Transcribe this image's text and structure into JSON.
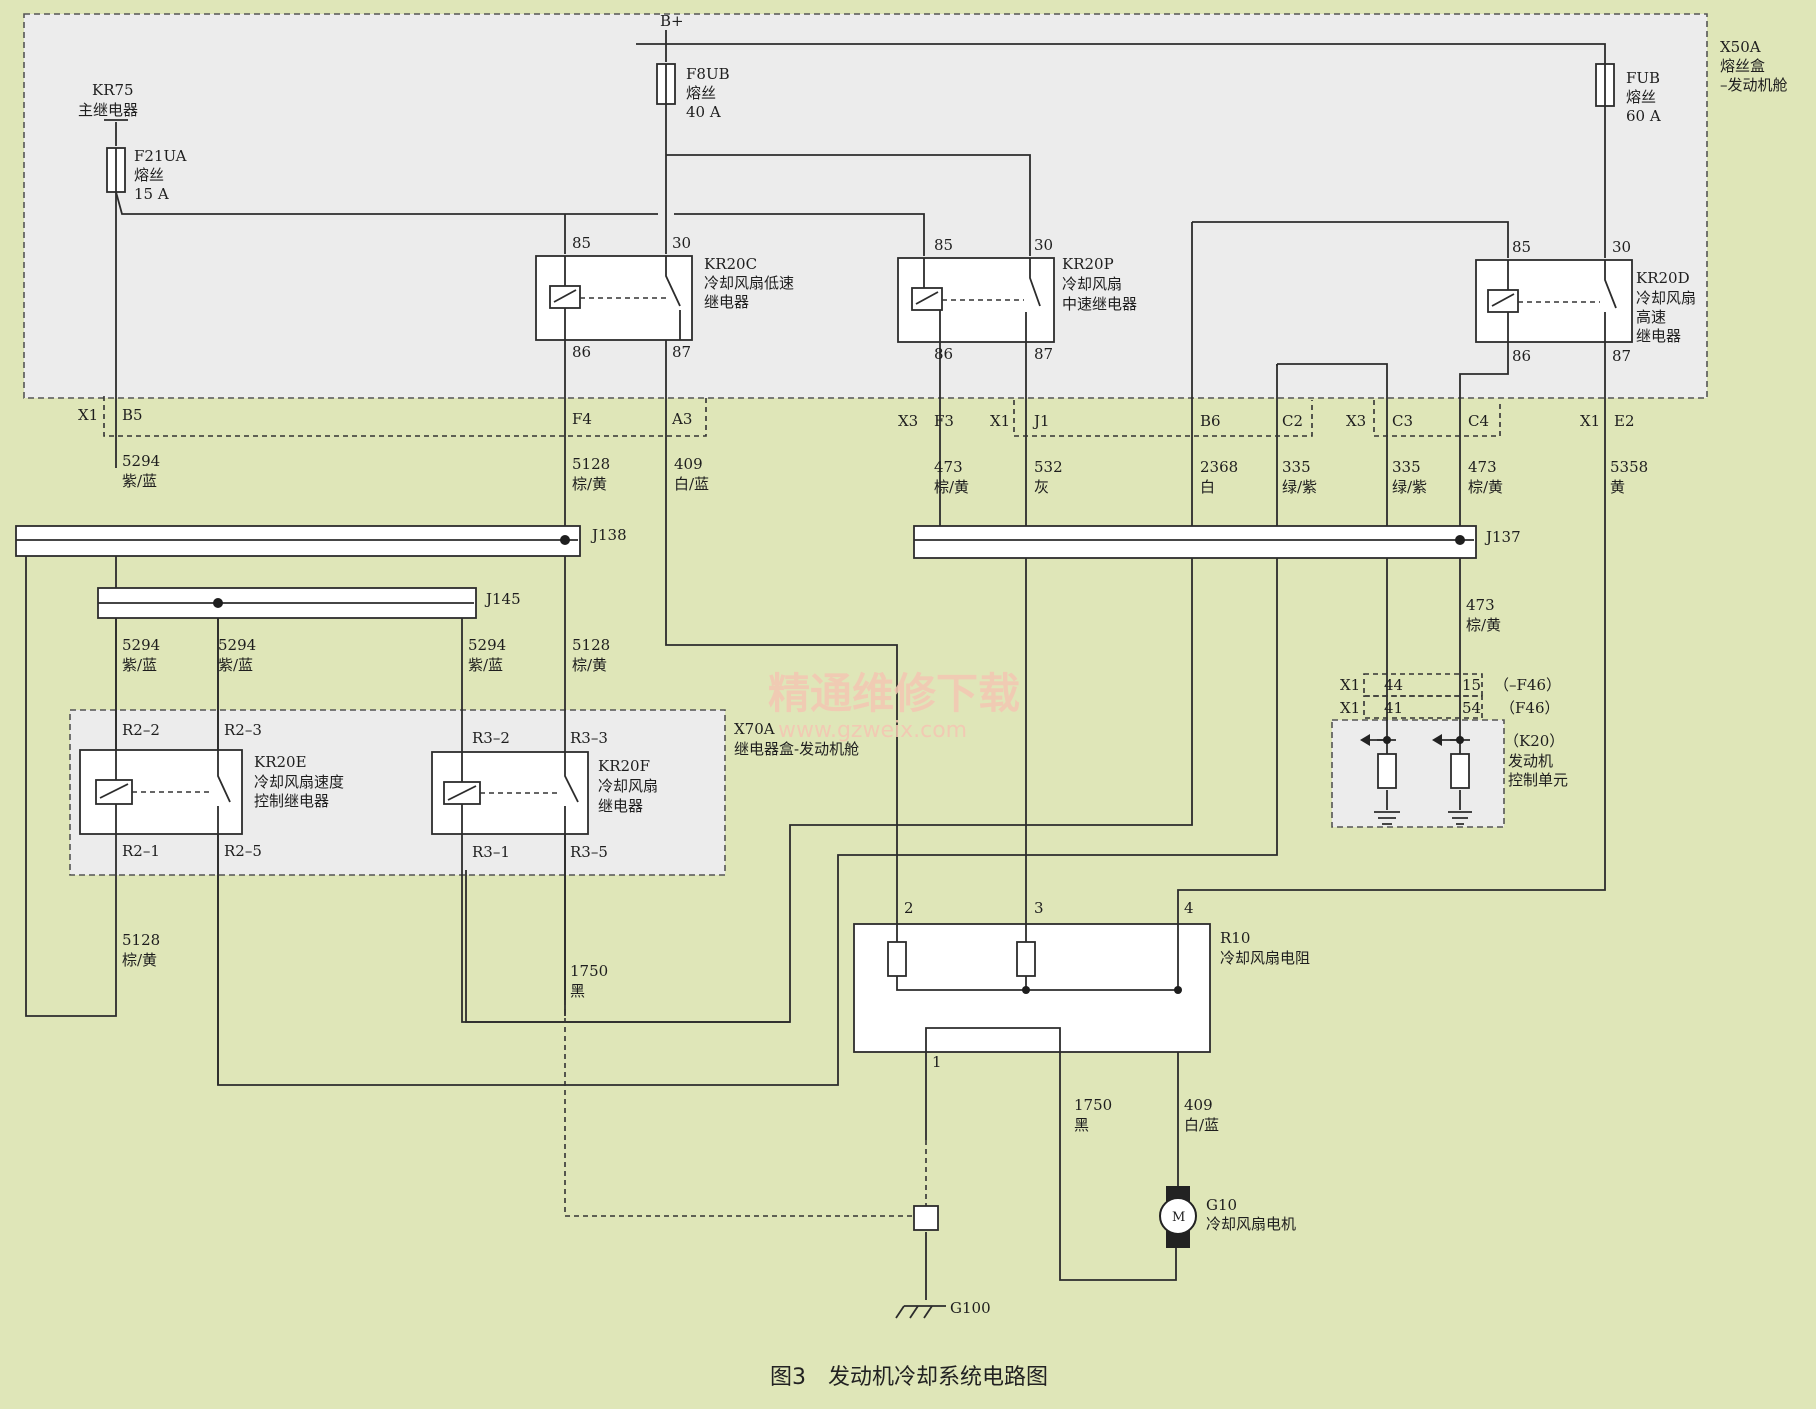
{
  "caption": "图3　发动机冷却系统电路图",
  "watermark": {
    "title": "精通维修下载",
    "url": "www.gzweix.com"
  },
  "supply": {
    "b_plus": "B+"
  },
  "modules": {
    "x50a": {
      "id": "X50A",
      "name_1": "熔丝盒",
      "name_2": "–发动机舱"
    },
    "x70a": {
      "id": "X70A",
      "name": "继电器盒-发动机舱"
    },
    "k20": {
      "id": "（K20）",
      "name_1": "发动机",
      "name_2": "控制单元"
    }
  },
  "fuses": [
    {
      "id": "F8UB",
      "type": "熔丝",
      "rating": "40 A"
    },
    {
      "id": "FUB",
      "type": "熔丝",
      "rating": "60 A"
    },
    {
      "id": "F21UA",
      "type": "熔丝",
      "rating": "15 A"
    }
  ],
  "kr75": {
    "id": "KR75",
    "name": "主继电器"
  },
  "relays": {
    "kr20c": {
      "id": "KR20C",
      "name_1": "冷却风扇低速",
      "name_2": "继电器",
      "pins": [
        "85",
        "30",
        "86",
        "87"
      ]
    },
    "kr20p": {
      "id": "KR20P",
      "name_1": "冷却风扇",
      "name_2": "中速继电器",
      "pins": [
        "85",
        "30",
        "86",
        "87"
      ]
    },
    "kr20d": {
      "id": "KR20D",
      "name_1": "冷却风扇",
      "name_2": "高速",
      "name_3": "继电器",
      "pins": [
        "85",
        "30",
        "86",
        "87"
      ]
    },
    "kr20e": {
      "id": "KR20E",
      "name_1": "冷却风扇速度",
      "name_2": "控制继电器",
      "pins": [
        "R2–2",
        "R2–3",
        "R2–1",
        "R2–5"
      ]
    },
    "kr20f": {
      "id": "KR20F",
      "name_1": "冷却风扇",
      "name_2": "继电器",
      "pins": [
        "R3–2",
        "R3–3",
        "R3–1",
        "R3–5"
      ]
    }
  },
  "connectors": {
    "x1a": "X1",
    "b5": "B5",
    "f4": "F4",
    "a3": "A3",
    "x3a": "X3",
    "f3": "F3",
    "x1b": "X1",
    "j1": "J1",
    "b6": "B6",
    "c2": "C2",
    "x3b": "X3",
    "c3": "C3",
    "c4": "C4",
    "x1c": "X1",
    "e2": "E2",
    "k20_x1a": "X1",
    "k20_p44": "44",
    "k20_p15": "15",
    "k20_f46a": "（–F46）",
    "k20_x1b": "X1",
    "k20_p41": "41",
    "k20_p54": "54",
    "k20_f46b": "（F46）"
  },
  "wires": {
    "w5294a": {
      "num": "5294",
      "color": "紫/蓝"
    },
    "w5128a": {
      "num": "5128",
      "color": "棕/黄"
    },
    "w409a": {
      "num": "409",
      "color": "白/蓝"
    },
    "w473a": {
      "num": "473",
      "color": "棕/黄"
    },
    "w532": {
      "num": "532",
      "color": "灰"
    },
    "w2368": {
      "num": "2368",
      "color": "白"
    },
    "w335a": {
      "num": "335",
      "color": "绿/紫"
    },
    "w335b": {
      "num": "335",
      "color": "绿/紫"
    },
    "w473b": {
      "num": "473",
      "color": "棕/黄"
    },
    "w5358": {
      "num": "5358",
      "color": "黄"
    },
    "w473c": {
      "num": "473",
      "color": "棕/黄"
    },
    "w5294b": {
      "num": "5294",
      "color": "紫/蓝"
    },
    "w5294c": {
      "num": "5294",
      "color": "紫/蓝"
    },
    "w5294d": {
      "num": "5294",
      "color": "紫/蓝"
    },
    "w5128b": {
      "num": "5128",
      "color": "棕/黄"
    },
    "w5128c": {
      "num": "5128",
      "color": "棕/黄"
    },
    "w1750a": {
      "num": "1750",
      "color": "黑"
    },
    "w1750b": {
      "num": "1750",
      "color": "黑"
    },
    "w409b": {
      "num": "409",
      "color": "白/蓝"
    }
  },
  "splices": {
    "j138": "J138",
    "j137": "J137",
    "j145": "J145"
  },
  "r10": {
    "id": "R10",
    "name": "冷却风扇电阻",
    "pins": [
      "2",
      "3",
      "4",
      "1"
    ]
  },
  "g10": {
    "id": "G10",
    "name": "冷却风扇电机",
    "symbol": "M"
  },
  "ground": {
    "id": "G100"
  }
}
